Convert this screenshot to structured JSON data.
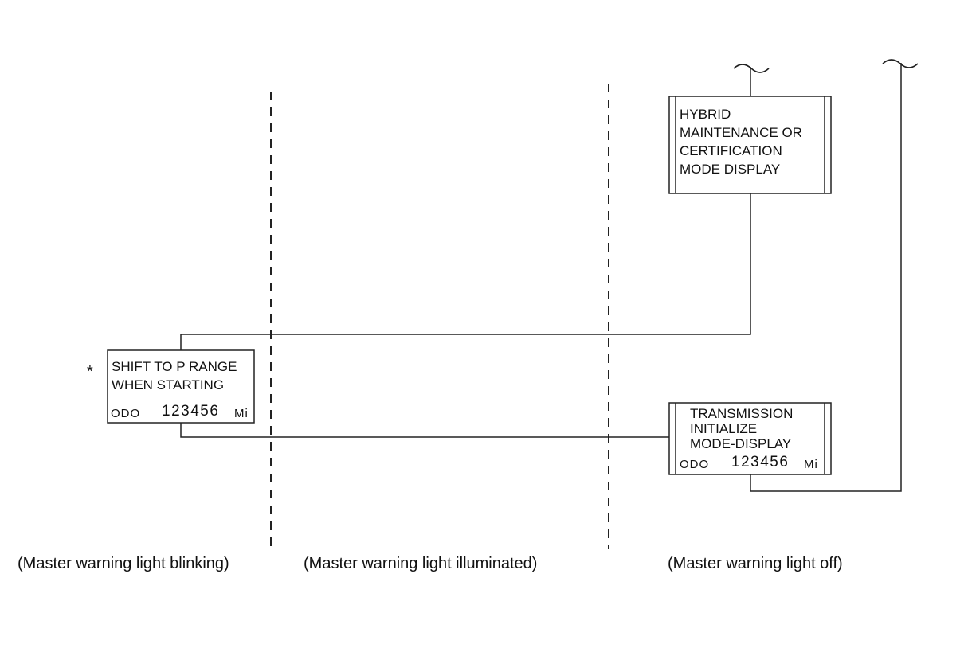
{
  "boxes": {
    "shift_to_p": {
      "lines": [
        "SHIFT TO P RANGE",
        "WHEN STARTING"
      ],
      "odo_label": "ODO",
      "odo_value": "123456",
      "odo_unit": "Mi"
    },
    "hybrid_maintenance": {
      "lines": [
        "HYBRID",
        "MAINTENANCE OR",
        "CERTIFICATION",
        "MODE DISPLAY"
      ]
    },
    "transmission_initialize": {
      "lines": [
        "TRANSMISSION",
        "INITIALIZE",
        "MODE-DISPLAY"
      ],
      "odo_label": "ODO",
      "odo_value": "123456",
      "odo_unit": "Mi"
    }
  },
  "asterisk": "*",
  "captions": {
    "blinking": "(Master warning light blinking)",
    "illuminated": "(Master warning light illuminated)",
    "off": "(Master warning light off)"
  },
  "colors": {
    "line": "#222222",
    "text": "#111111",
    "background": "#ffffff"
  }
}
